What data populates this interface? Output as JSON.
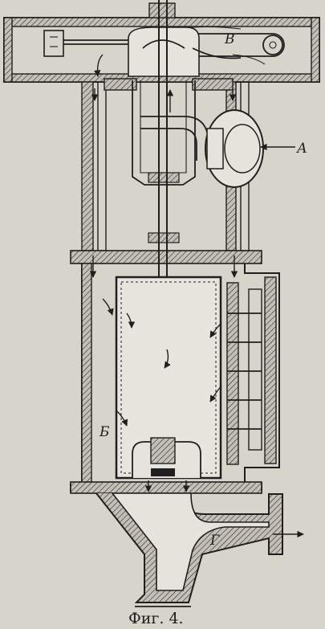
{
  "labels": {
    "a": "А",
    "b": "Б",
    "v": "В",
    "g": "Г"
  },
  "caption": "Фиг. 4.",
  "colors": {
    "paper": "#d7d4cc",
    "ink": "#1f1f1f",
    "hatch": "#b9b5ac"
  }
}
